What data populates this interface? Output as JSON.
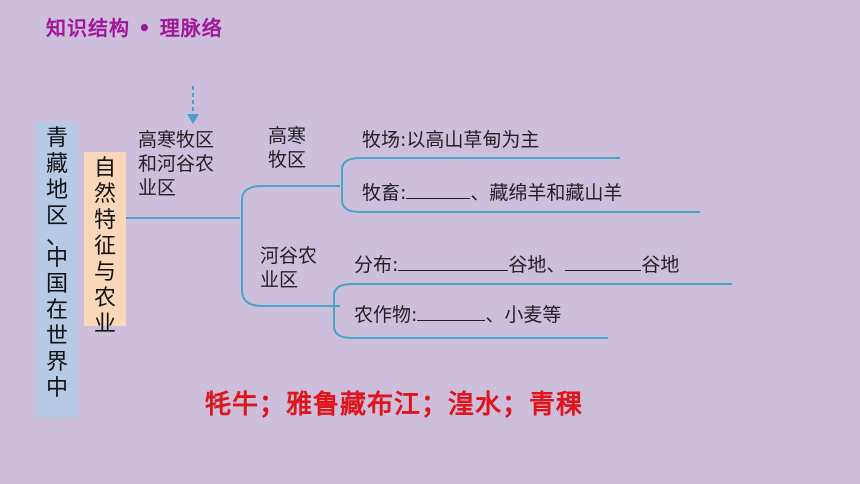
{
  "header": {
    "title": "知识结构 • 理脉络"
  },
  "root": {
    "chars": [
      "青",
      "藏",
      "地",
      "区",
      "、",
      "中",
      "国",
      "在",
      "世",
      "界",
      "中"
    ]
  },
  "natural": {
    "chars": [
      "自",
      "然",
      "特",
      "征",
      "与",
      "农",
      "业"
    ]
  },
  "branch_main": {
    "line1": "高寒牧区",
    "line2": "和河谷农",
    "line3": "业区"
  },
  "branch_high": {
    "line1": "高寒",
    "line2": "牧区"
  },
  "branch_valley": {
    "line1": "河谷农",
    "line2": "业区"
  },
  "leaves": {
    "pasture": "牧场:以高山草甸为主",
    "livestock_prefix": "牧畜:",
    "livestock_suffix": "、藏绵羊和藏山羊",
    "distribution_prefix": "分布:",
    "distribution_mid": "谷地、",
    "distribution_suffix": "谷地",
    "crops_prefix": "农作物:",
    "crops_suffix": "、小麦等"
  },
  "answer": {
    "text": "牦牛；雅鲁藏布江；湟水；青稞"
  },
  "colors": {
    "background": "#cdbfdc",
    "title": "#a0179a",
    "line": "#4aa3c6",
    "answer": "#e0141b",
    "root_box": "#b6c9e6",
    "natural_box": "#f9d7b8"
  }
}
